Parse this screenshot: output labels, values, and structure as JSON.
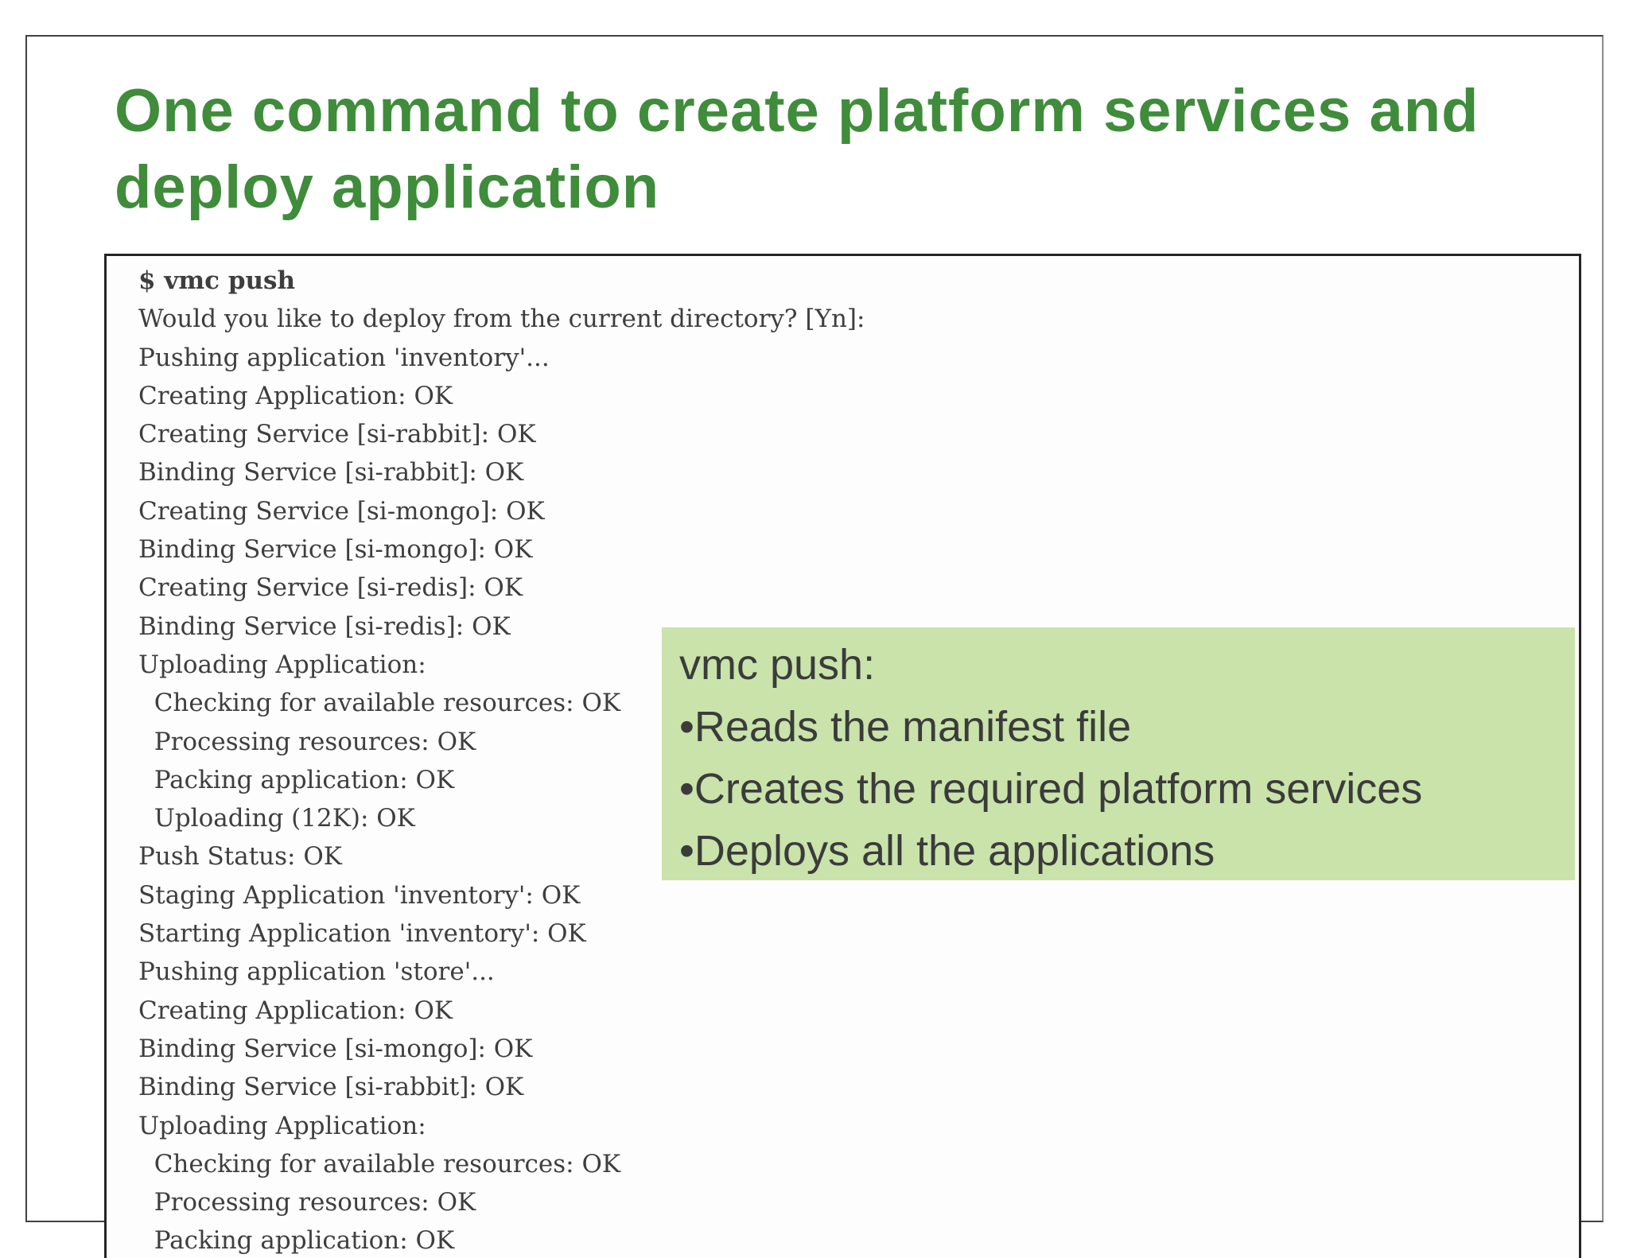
{
  "colors": {
    "title_green": "#3f8c3b",
    "callout_bg": "#c9e3ab",
    "terminal_text": "#3e3e3e",
    "callout_text": "#3b3b3b"
  },
  "slide": {
    "title_line1": "One command to create platform services and",
    "title_line2": "deploy application"
  },
  "terminal": {
    "lines": [
      "$ vmc push",
      "Would you like to deploy from the current directory? [Yn]:",
      "Pushing application 'inventory'...",
      "Creating Application: OK",
      "Creating Service [si-rabbit]: OK",
      "Binding Service [si-rabbit]: OK",
      "Creating Service [si-mongo]: OK",
      "Binding Service [si-mongo]: OK",
      "Creating Service [si-redis]: OK",
      "Binding Service [si-redis]: OK",
      "Uploading Application:",
      "  Checking for available resources: OK",
      "  Processing resources: OK",
      "  Packing application: OK",
      "  Uploading (12K): OK",
      "Push Status: OK",
      "Staging Application 'inventory': OK",
      "Starting Application 'inventory': OK",
      "Pushing application 'store'...",
      "Creating Application: OK",
      "Binding Service [si-mongo]: OK",
      "Binding Service [si-rabbit]: OK",
      "Uploading Application:",
      "  Checking for available resources: OK",
      "  Processing resources: OK",
      "  Packing application: OK"
    ]
  },
  "callout": {
    "heading": "vmc push:",
    "bullets": [
      "•Reads the manifest file",
      "•Creates the required platform services",
      "•Deploys all the applications"
    ]
  }
}
